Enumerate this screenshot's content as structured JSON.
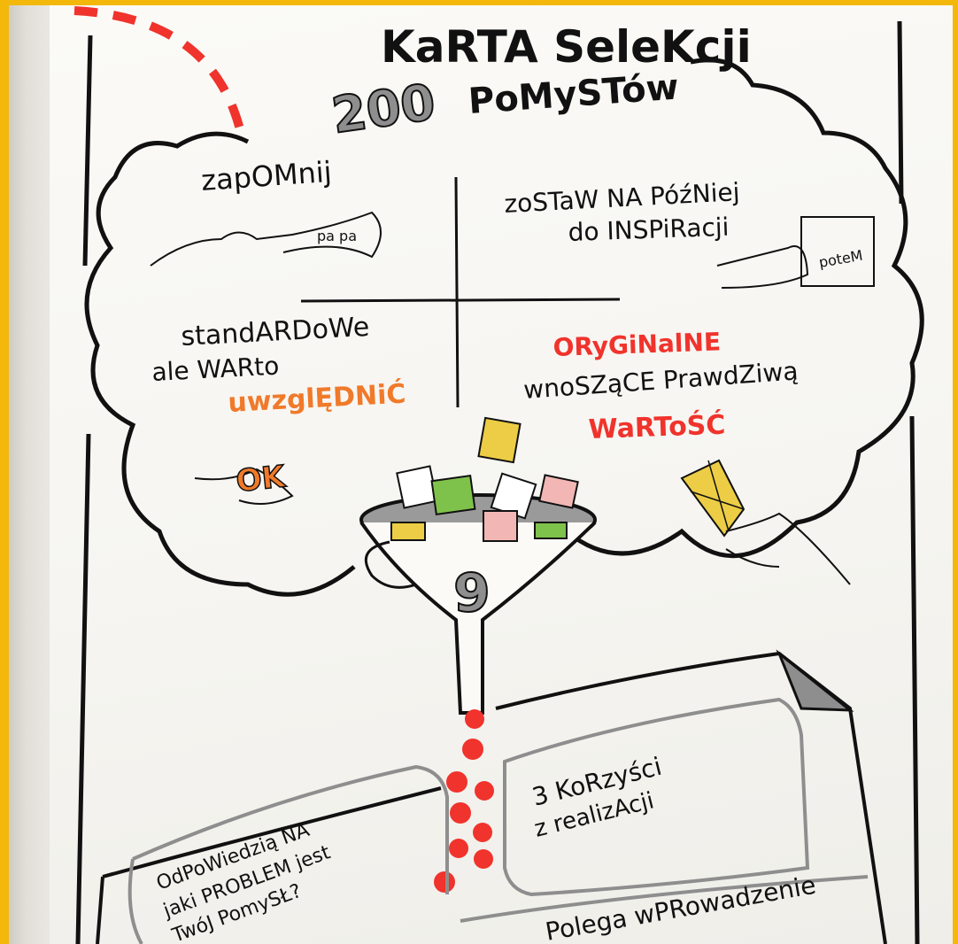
{
  "title": {
    "line1": "KaRTA SeleKcji",
    "number": "200",
    "line2": "PoMySTów"
  },
  "quadrants": {
    "top_left": {
      "label": "zapOMnij",
      "note": "pa pa"
    },
    "top_right": {
      "line1": "zoSTaW NA PóźNiej",
      "line2": "do INSPiRacji",
      "note": "poteM"
    },
    "bottom_left": {
      "line1": "standARDoWe",
      "line2": "ale WARto",
      "line3": "uwzglĘDNiĆ",
      "badge": "OK"
    },
    "bottom_right": {
      "line1": "ORyGiNalNE",
      "line2": "wnoSZąCE PrawdZiwą",
      "line3": "WaRToŚĆ"
    }
  },
  "funnel": {
    "number": "9"
  },
  "scroll": {
    "left_box": {
      "line1": "OdPoWiedzią NA",
      "line2": "jaki PROBLEM jest",
      "line3": "TwóJ PomySŁ?"
    },
    "right_box": {
      "line1": "3 KoRzyści",
      "line2": "z realizAcji"
    },
    "bottom_text": "Polega wPRowadzenie"
  },
  "colors": {
    "frame": "#f3b80a",
    "accent_red": "#f0332c",
    "accent_orange": "#f07a2a",
    "ink": "#111111",
    "gray": "#8e8e8e",
    "yellow": "#eccd45",
    "green": "#7fc24b",
    "pink": "#f2b7b4"
  }
}
